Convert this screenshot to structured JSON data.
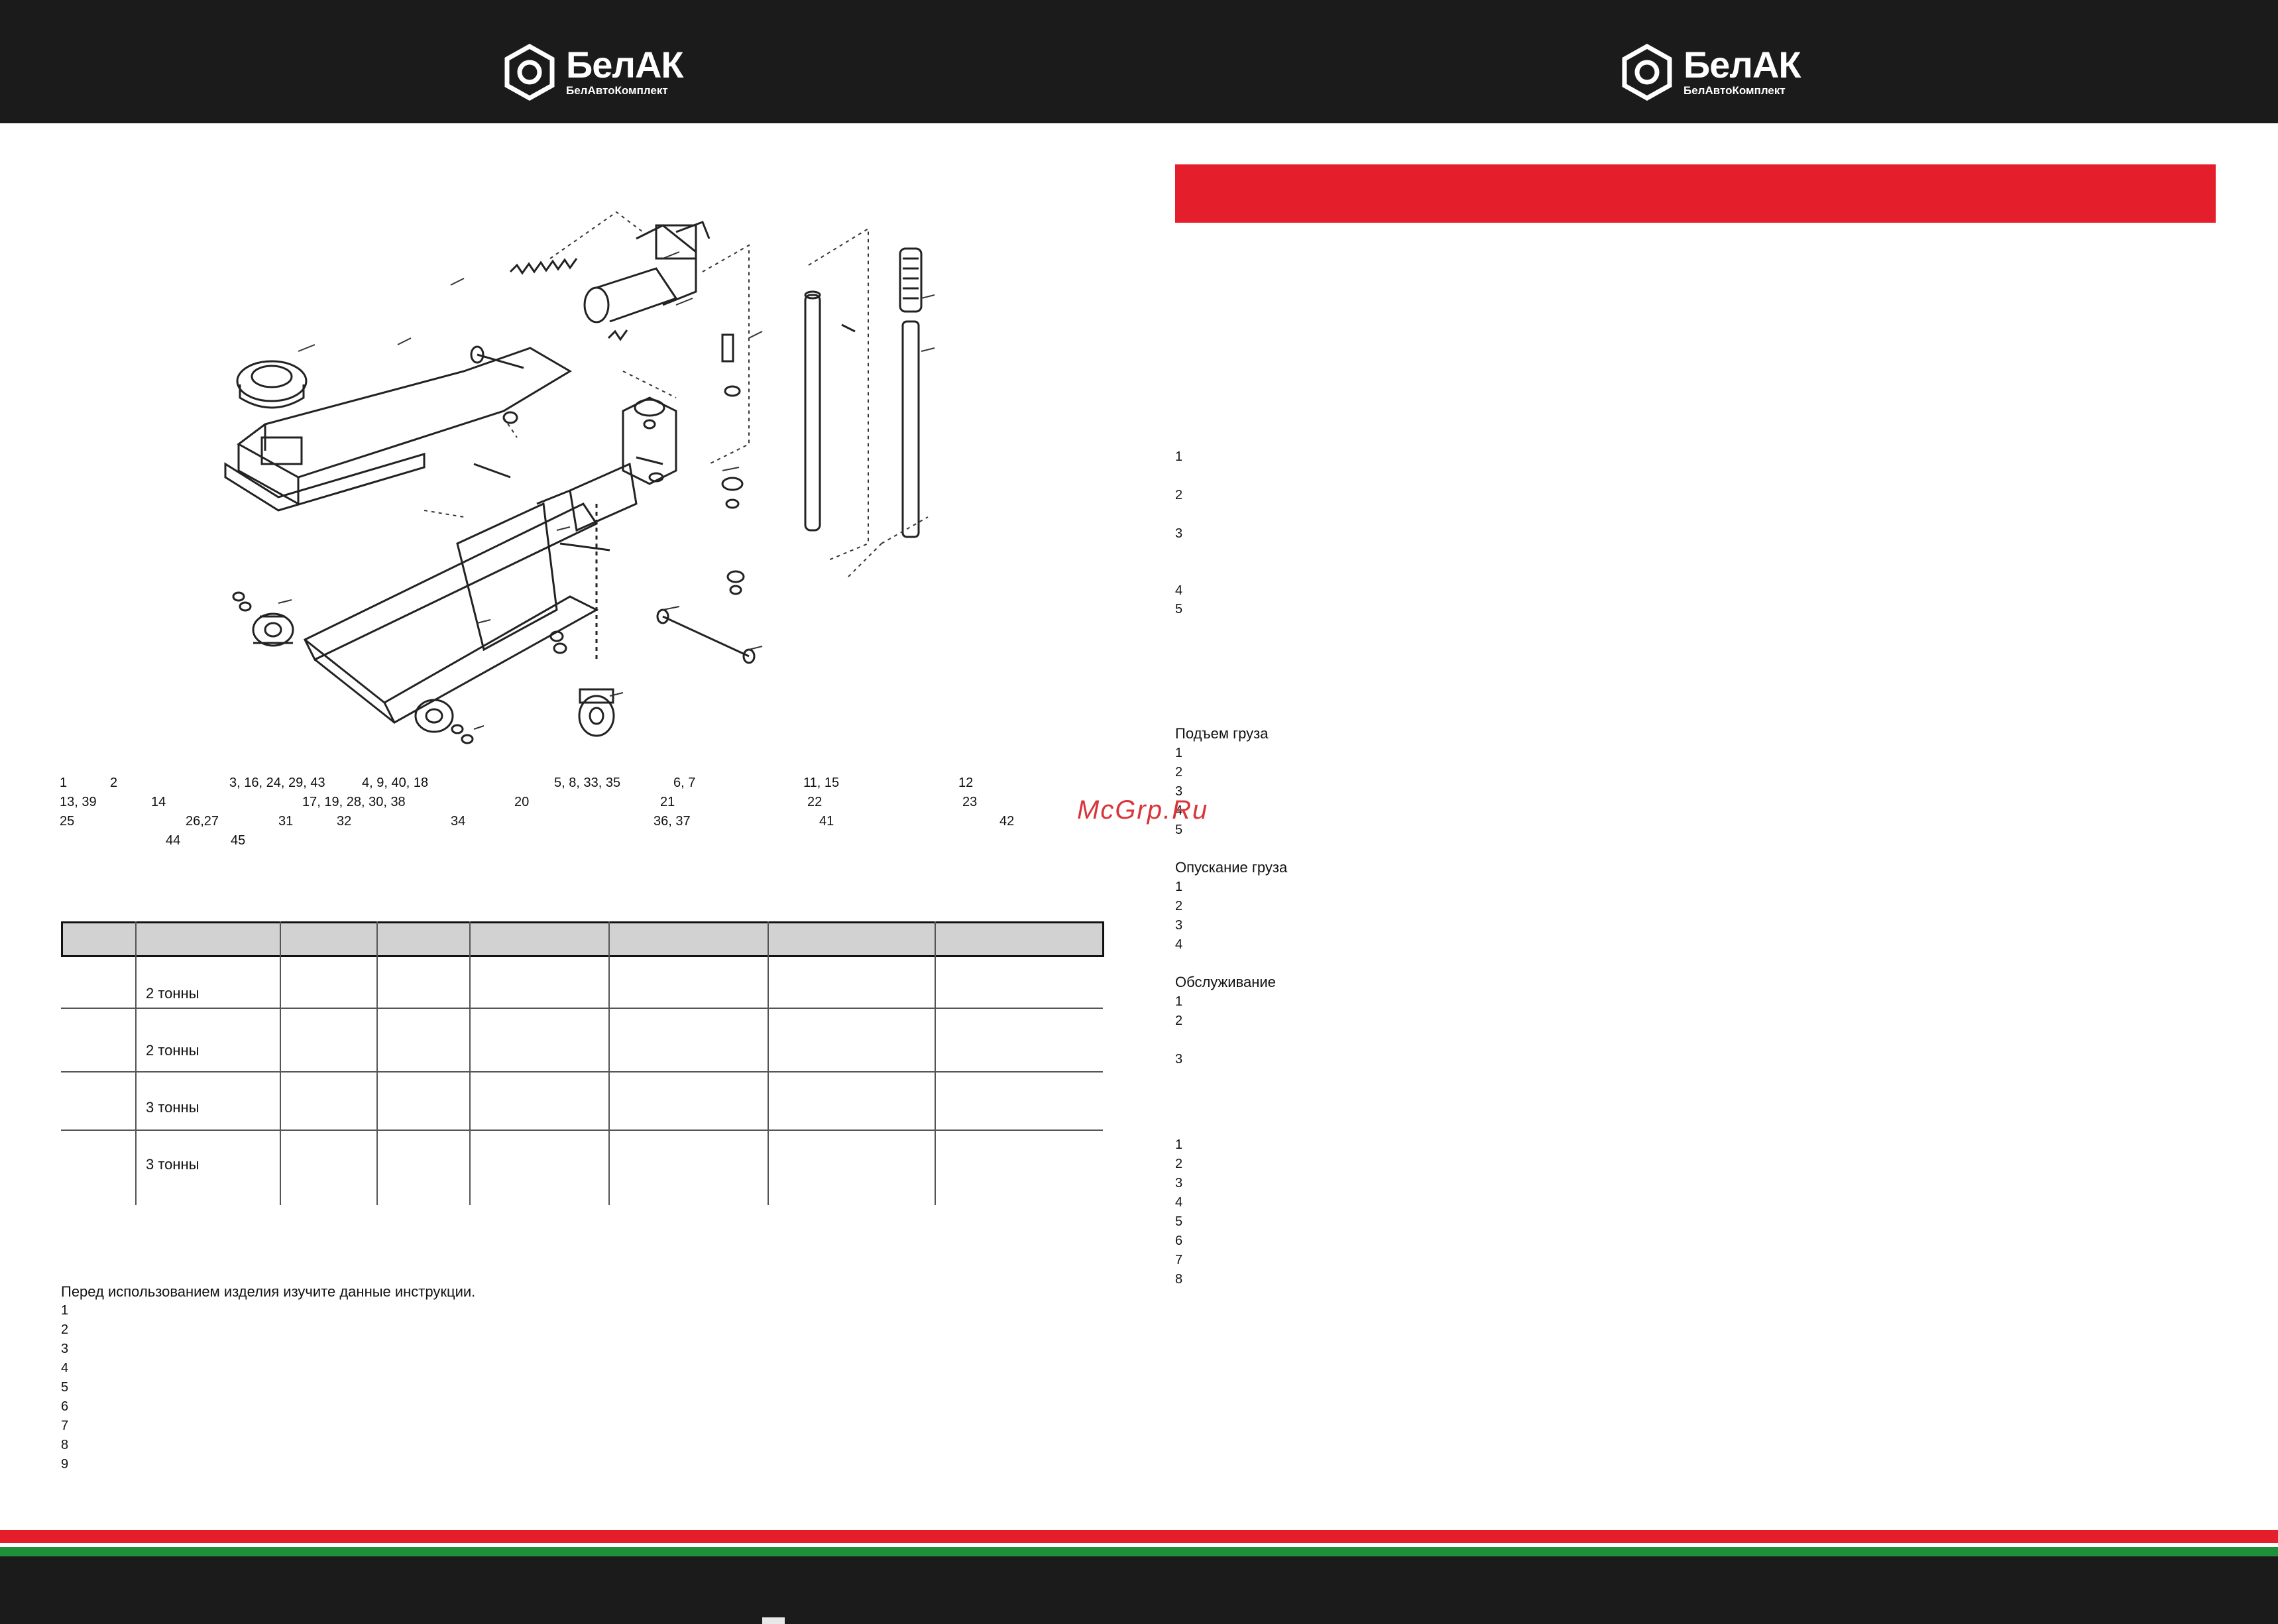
{
  "header": {
    "brand": "БелАК",
    "brand_sub": "БелАвтоКомплект"
  },
  "legend_numbers": [
    "1",
    "2",
    "3, 16, 24, 29, 43",
    "4, 9, 40, 18",
    "5, 8, 33, 35",
    "6, 7",
    "11, 15",
    "12",
    "13, 39",
    "14",
    "17, 19, 28, 30, 38",
    "20",
    "21",
    "22",
    "23",
    "25",
    "26,27",
    "31",
    "32",
    "34",
    "36, 37",
    "41",
    "42",
    "44",
    "45"
  ],
  "table": {
    "rows": [
      "2 тонны",
      "2 тонны",
      "3 тонны",
      "3 тонны"
    ]
  },
  "left_bottom": {
    "intro": "Перед использованием изделия изучите данные инструкции.",
    "items": [
      "1",
      "2",
      "3",
      "4",
      "5",
      "6",
      "7",
      "8",
      "9"
    ]
  },
  "right": {
    "list1": [
      "1",
      "2",
      "3",
      "4",
      "5"
    ],
    "lifting": {
      "heading": "Подъем груза",
      "items": [
        "1",
        "2",
        "3",
        "4",
        "5"
      ]
    },
    "lowering": {
      "heading": "Опускание груза",
      "items": [
        "1",
        "2",
        "3",
        "4"
      ]
    },
    "service": {
      "heading": "Обслуживание",
      "items": [
        "1",
        "2",
        "3"
      ]
    },
    "list_end": [
      "1",
      "2",
      "3",
      "4",
      "5",
      "6",
      "7",
      "8"
    ]
  },
  "watermark": "McGrp.Ru",
  "colors": {
    "header_bg": "#1b1b1b",
    "accent_red": "#e41e2b",
    "footer_green": "#1f8f3a"
  }
}
